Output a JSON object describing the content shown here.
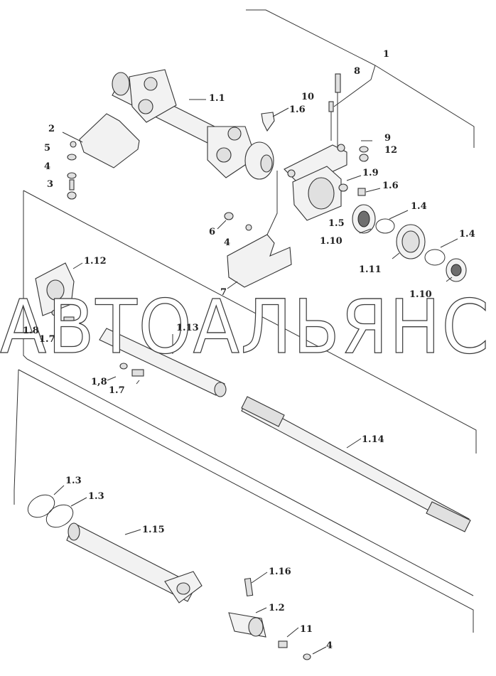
{
  "labels": {
    "l1": "1",
    "l8": "8",
    "l10": "10",
    "l1_1": "1.1",
    "l1_6a": "1.6",
    "l2": "2",
    "l5a": "5",
    "l4a": "4",
    "l3": "3",
    "l9": "9",
    "l12": "12",
    "l1_9": "1.9",
    "l1_6b": "1.6",
    "l1_4a": "1.4",
    "l1_5": "1.5",
    "l1_10a": "1.10",
    "l1_11": "1.11",
    "l1_4b": "1.4",
    "l1_10b": "1.10",
    "l6": "6",
    "l4b": "4",
    "l7a": "7",
    "l1_12": "1.12",
    "l1_8a": "1.8",
    "l1_7a": "1.7",
    "l1_13": "1.13",
    "l1_8b": "1,8",
    "l1_7b": "1.7",
    "l1_14": "1.14",
    "l1_3a": "1.3",
    "l1_3b": "1.3",
    "l1_15": "1.15",
    "l1_16": "1.16",
    "l1_2": "1.2",
    "l11": "11",
    "l4c": "4"
  },
  "watermark": "АВТОАЛЬЯНС"
}
